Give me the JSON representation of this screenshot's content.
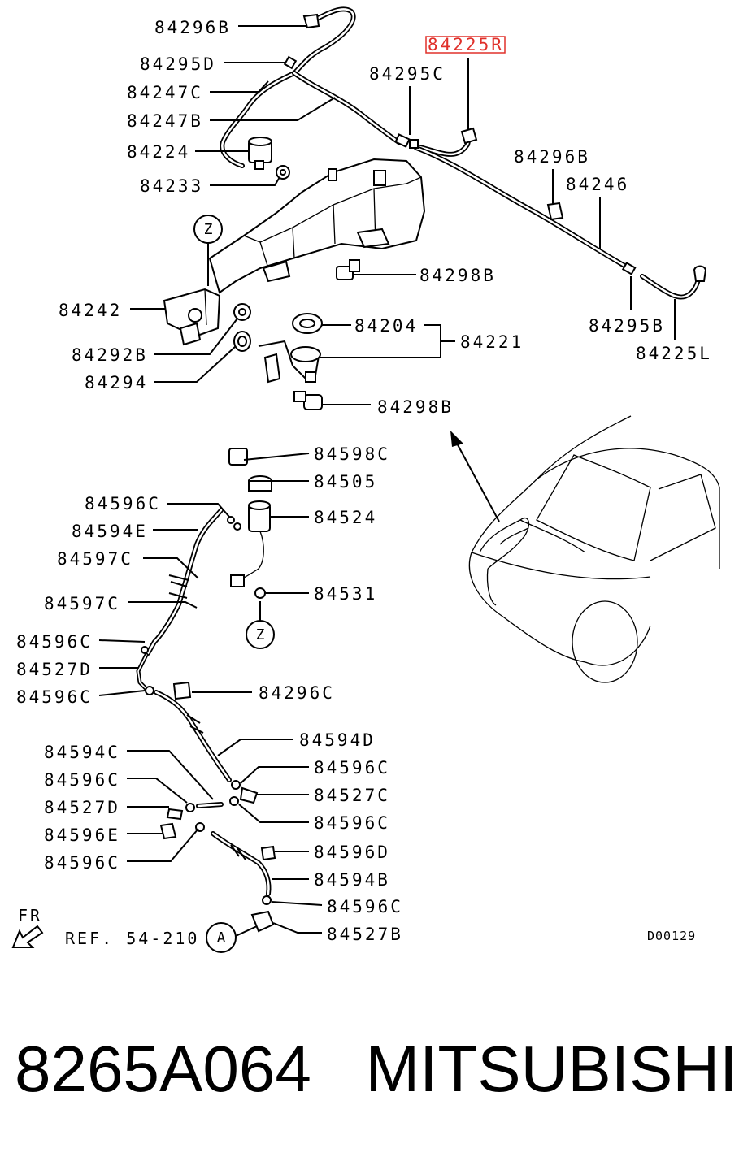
{
  "labels": {
    "p84296B_top": "84296B",
    "p84295D": "84295D",
    "p84247C": "84247C",
    "p84247B": "84247B",
    "p84224": "84224",
    "p84233": "84233",
    "p84225R": "84225R",
    "p84295C": "84295C",
    "p84296B_right": "84296B",
    "p84246": "84246",
    "p84298B_upper": "84298B",
    "p84242": "84242",
    "p84292B": "84292B",
    "p84294": "84294",
    "p84204": "84204",
    "p84221": "84221",
    "p84295B": "84295B",
    "p84225L": "84225L",
    "p84298B_lower": "84298B",
    "p84598C": "84598C",
    "p84505": "84505",
    "p84524": "84524",
    "p84531": "84531",
    "p84596C_1": "84596C",
    "p84594E": "84594E",
    "p84597C_1": "84597C",
    "p84597C_2": "84597C",
    "p84596C_2": "84596C",
    "p84527D_1": "84527D",
    "p84596C_3": "84596C",
    "p84296C": "84296C",
    "p84594D": "84594D",
    "p84594C": "84594C",
    "p84596C_4": "84596C",
    "p84596C_5": "84596C",
    "p84527C": "84527C",
    "p84527D_2": "84527D",
    "p84596C_6": "84596C",
    "p84596E": "84596E",
    "p84596D": "84596D",
    "p84596C_7": "84596C",
    "p84594B": "84594B",
    "p84596C_8": "84596C",
    "p84527B": "84527B"
  },
  "markers": {
    "z_upper": "Z",
    "z_lower": "Z",
    "a_ref": "A"
  },
  "fr_label": "FR",
  "ref_text": "REF. 54-210",
  "drawing_code": "D00129",
  "footer": {
    "part_number": "8265A064",
    "brand": "MITSUBISHI"
  },
  "highlight_color": "#e0302a"
}
